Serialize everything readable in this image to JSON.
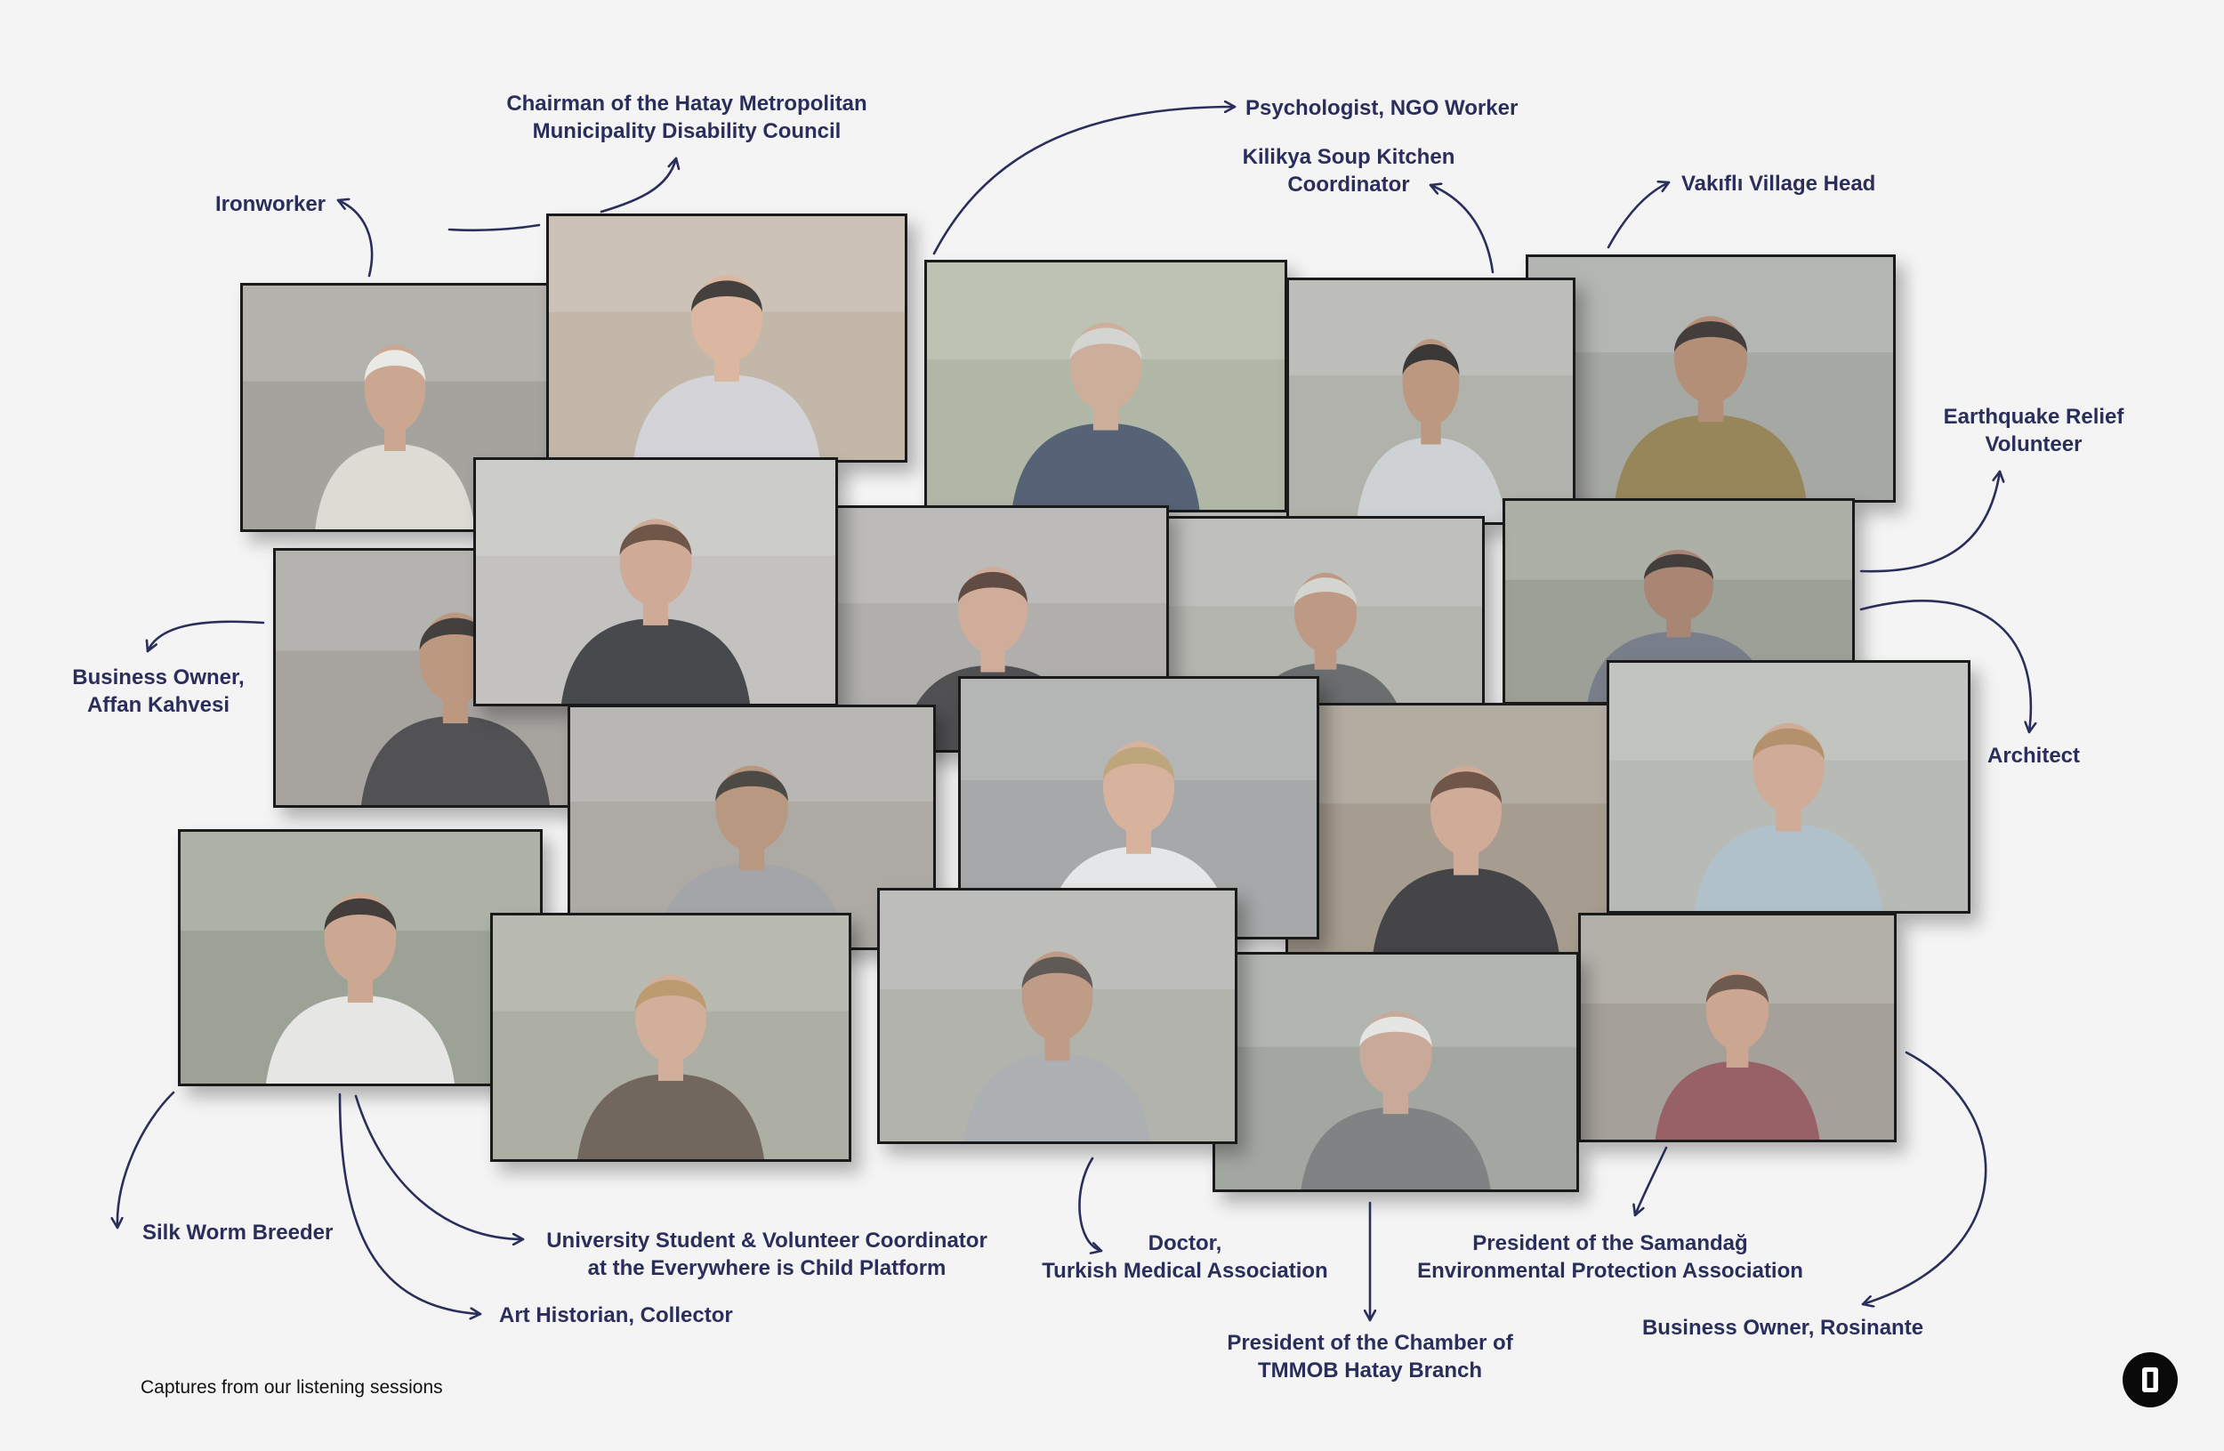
{
  "photos": [
    {
      "name": "photo-ironworker",
      "bg": "#8c8a80",
      "skin": "#c49a82",
      "shirt": "#d8d6cf",
      "hair": "#e6e6e2"
    },
    {
      "name": "photo-chairman-disability-council",
      "bg": "#b7a791",
      "skin": "#d6ae94",
      "shirt": "#cfcdd3",
      "hair": "#2a2624"
    },
    {
      "name": "photo-psychologist-ngo-worker",
      "bg": "#9ea68f",
      "skin": "#c5a38e",
      "shirt": "#3f4e63",
      "hair": "#cfcfcb"
    },
    {
      "name": "photo-kilikya-soup-kitchen-coordinator",
      "bg": "#9e9f96",
      "skin": "#b48a6f",
      "shirt": "#c9ccd0",
      "hair": "#1f1d1b"
    },
    {
      "name": "photo-vakifli-village-head",
      "bg": "#8d908a",
      "skin": "#a98066",
      "shirt": "#8a7645",
      "hair": "#2a2420"
    },
    {
      "name": "photo-business-owner-affan-kahvesi",
      "bg": "#8f8b84",
      "skin": "#b38a70",
      "shirt": "#3b3b3e",
      "hair": "#2a2624"
    },
    {
      "name": "photo-university-students",
      "bg": "#b9b7b4",
      "skin": "#c9a089",
      "shirt": "#2f3034",
      "hair": "#5a3f30"
    },
    {
      "name": "photo-volunteer-woman-center",
      "bg": "#9c9a96",
      "skin": "#caa28d",
      "shirt": "#3a3a3c",
      "hair": "#4a3428"
    },
    {
      "name": "photo-older-man-dark-jacket",
      "bg": "#a3a39c",
      "skin": "#b58d74",
      "shirt": "#565a5a",
      "hair": "#cfcfcb"
    },
    {
      "name": "photo-earthquake-relief-volunteer",
      "bg": "#7f8577",
      "skin": "#9c7660",
      "shirt": "#676e7a",
      "hair": "#2a2420"
    },
    {
      "name": "photo-man-grey-polo",
      "bg": "#98948c",
      "skin": "#b08a70",
      "shirt": "#98999c",
      "hair": "#35302c"
    },
    {
      "name": "photo-woman-white-tshirt",
      "bg": "#8e9092",
      "skin": "#d2a991",
      "shirt": "#e2e3e4",
      "hair": "#b49a6a"
    },
    {
      "name": "photo-young-woman-workshop",
      "bg": "#8d7f6c",
      "skin": "#caa08a",
      "shirt": "#2c2c2e",
      "hair": "#5a4030"
    },
    {
      "name": "photo-architect",
      "bg": "#a6aba3",
      "skin": "#c9a08a",
      "shirt": "#a6b9c2",
      "hair": "#a98258"
    },
    {
      "name": "photo-silk-worm-breeder",
      "bg": "#7f8a76",
      "skin": "#c59c84",
      "shirt": "#e3e3e1",
      "hair": "#2a2420"
    },
    {
      "name": "photo-art-historian-collector",
      "bg": "#989a8b",
      "skin": "#cba48e",
      "shirt": "#5e5348",
      "hair": "#b48e5e"
    },
    {
      "name": "photo-doctor-turkish-medical-association",
      "bg": "#9ea097",
      "skin": "#b78f76",
      "shirt": "#a2a5a8",
      "hair": "#4a4440"
    },
    {
      "name": "photo-tmmob-chamber-president",
      "bg": "#8a8f86",
      "skin": "#c29e89",
      "shirt": "#6f7273",
      "hair": "#e2e2de"
    },
    {
      "name": "photo-business-owner-rosinante",
      "bg": "#8c867c",
      "skin": "#c49a82",
      "shirt": "#8a4a52",
      "hair": "#5a4436"
    }
  ],
  "labels": {
    "ironworker": [
      "Ironworker"
    ],
    "chairman": [
      "Chairman of the Hatay Metropolitan",
      "Municipality Disability Council"
    ],
    "psychologist": [
      "Psychologist, NGO Worker"
    ],
    "kilikya": [
      "Kilikya Soup Kitchen",
      "Coordinator"
    ],
    "vakifli": [
      "Vakıflı Village Head"
    ],
    "earthquake": [
      "Earthquake Relief",
      "Volunteer"
    ],
    "business_affan": [
      "Business Owner,",
      "Affan Kahvesi"
    ],
    "architect": [
      "Architect"
    ],
    "silk": [
      "Silk Worm Breeder"
    ],
    "university": [
      "University Student & Volunteer Coordinator",
      "at the Everywhere is Child Platform"
    ],
    "art": [
      "Art Historian, Collector"
    ],
    "doctor": [
      "Doctor,",
      "Turkish Medical Association"
    ],
    "tmmob": [
      "President of the Chamber of",
      "TMMOB Hatay Branch"
    ],
    "samandag": [
      "President of the Samandağ",
      "Environmental Protection Association"
    ],
    "rosinante": [
      "Business Owner, Rosinante"
    ]
  },
  "caption": "Captures from our listening sessions",
  "colors": {
    "label": "#2b2e5a",
    "background": "#f4f4f4",
    "frame": "#1a1a1a"
  },
  "logo_icon": "brand-logo-icon"
}
